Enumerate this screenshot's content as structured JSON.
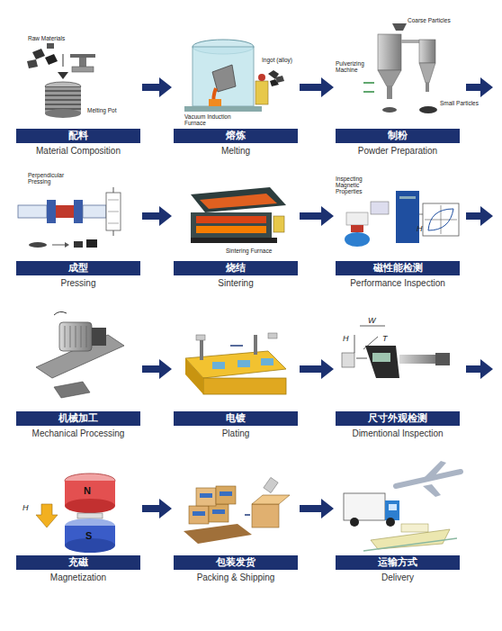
{
  "diagram": {
    "nodes": [
      {
        "text": [
          "配料",
          "Material Composition"
        ]
      },
      {
        "text": [
          "熔炼",
          "Melting"
        ]
      },
      {
        "text": [
          "制粉",
          "Powder Preparation"
        ]
      },
      {
        "text": [
          "成型",
          "Pressing"
        ]
      },
      {
        "text": [
          "烧结",
          "Sintering"
        ]
      },
      {
        "text": [
          "磁性能检测",
          "Performance Inspection"
        ]
      },
      {
        "text": [
          "机械加工",
          "Mechanical Processing"
        ]
      },
      {
        "text": [
          "电镀",
          "Plating"
        ]
      },
      {
        "text": [
          "尺寸外观检测",
          "Dimentional Inspection"
        ]
      },
      {
        "text": [
          "充磁",
          "Magnetization"
        ]
      },
      {
        "text": [
          "包装发货",
          "Packing & Shipping"
        ]
      },
      {
        "text": [
          "运输方式",
          "Delivery"
        ]
      }
    ],
    "edges": [
      {
        "from": 0,
        "to": 1,
        "arrow": "to"
      },
      {
        "from": 1,
        "to": 2,
        "arrow": "to"
      },
      {
        "from": 3,
        "to": 4,
        "arrow": "to"
      },
      {
        "from": 4,
        "to": 5,
        "arrow": "to"
      },
      {
        "from": 6,
        "to": 7,
        "arrow": "to"
      },
      {
        "from": 7,
        "to": 8,
        "arrow": "to"
      },
      {
        "from": 9,
        "to": 10,
        "arrow": "to"
      },
      {
        "from": 10,
        "to": 11,
        "arrow": "to"
      }
    ],
    "labels": [
      "Raw Materials",
      "Melting Pot",
      "Vacuum Induction Furnace",
      "Ingot (alloy)",
      "Coarse Particles",
      "Pulverizing Machine",
      "Small Particles",
      "Perpendicular Pressing",
      "Sintering Furnace",
      "Inspecting Magnetic Properties",
      "H",
      "W",
      "H",
      "T",
      "N",
      "S",
      "H"
    ]
  }
}
